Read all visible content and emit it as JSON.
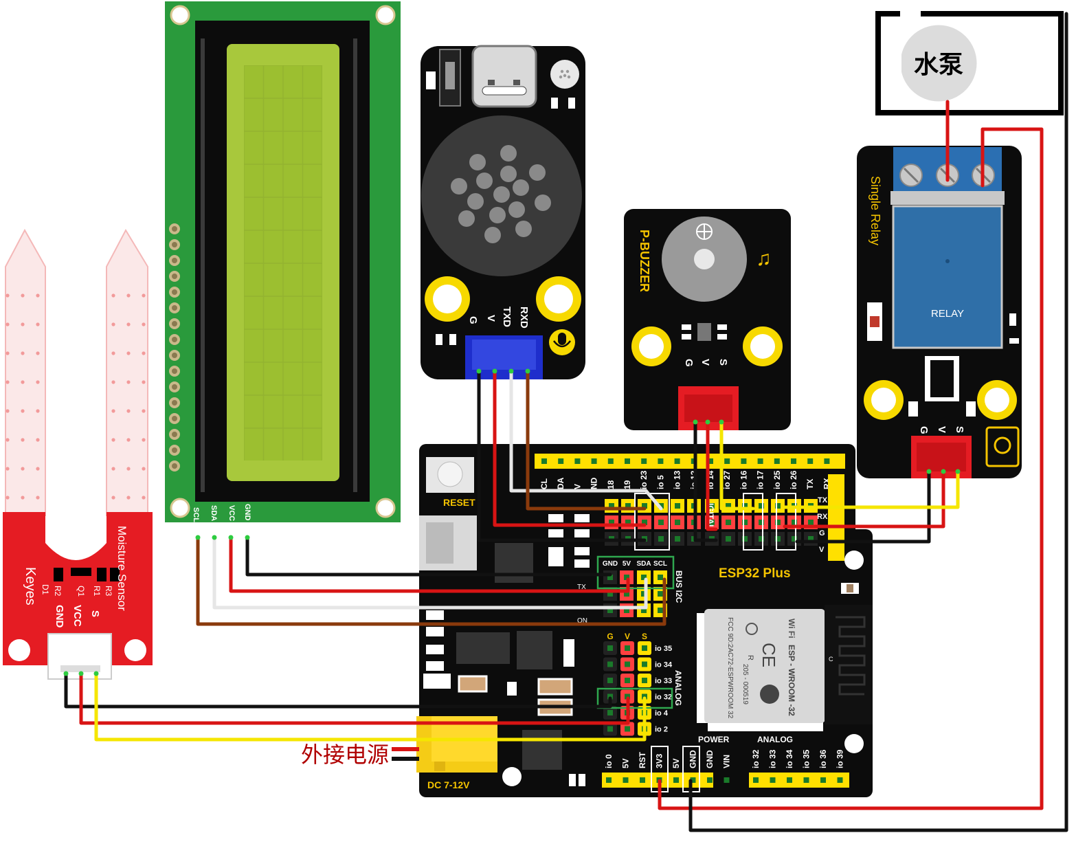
{
  "colors": {
    "wire_black": "#111111",
    "wire_red": "#d81414",
    "wire_yellow": "#f5e600",
    "wire_white": "#e6e6e6",
    "wire_brown": "#8a3a0c",
    "wire_green_tip": "#2ecc40",
    "board_black": "#0c0c0c",
    "module_red": "#e51c23",
    "lcd_green": "#2a9a3c",
    "lcd_screen": "#a8c83c",
    "relay_blue": "#2f6fa8",
    "header_yellow": "#ffe000",
    "header_red": "#ff4040",
    "pad_yellow": "#f7d900",
    "label_yellow": "#f5c400",
    "power_label_red": "#b00000",
    "i2c_box_green": "#2fa84f"
  },
  "icons": {
    "speaker": "speaker-grille-icon",
    "mic": "microphone-icon",
    "music": "music-note-icon",
    "wifi": "wifi-icon",
    "ce": "ce-mark-icon",
    "fcc": "fcc-mark-icon",
    "pump": "water-pump-icon",
    "antenna": "pcb-antenna-icon"
  },
  "lcd": {
    "pins": [
      "SCL",
      "SDA",
      "VCC",
      "GND"
    ]
  },
  "voice_module": {
    "pins": [
      "G",
      "V",
      "TXD",
      "RXD"
    ]
  },
  "buzzer": {
    "title": "P-BUZZER",
    "pins": [
      "G",
      "V",
      "S"
    ]
  },
  "relay": {
    "title": "Single Relay",
    "chip_label": "RELAY",
    "pins": [
      "G",
      "V",
      "S"
    ]
  },
  "pump": {
    "label": "水泵"
  },
  "moisture": {
    "title": "Moisture Sensor",
    "brand": "Keyes",
    "pins": [
      "GND",
      "VCC",
      "S"
    ],
    "parts": [
      "D1",
      "R2",
      "Q1",
      "R1",
      "R3"
    ]
  },
  "esp32": {
    "title": "ESP32 Plus",
    "reset_label": "RESET",
    "top_header": [
      "CL",
      "DA",
      "V",
      "ND",
      "18",
      "19",
      "io 23",
      "io 5",
      "io 13",
      "io 12",
      "io 14",
      "io 27",
      "io 16",
      "io 17",
      "io 25",
      "io 26",
      "TX",
      "RX"
    ],
    "digital_label": "IGITAL",
    "side_labels": [
      "TX",
      "RX",
      "G",
      "V"
    ],
    "i2c_labels": [
      "GND",
      "5V",
      "SDA",
      "SCL"
    ],
    "i2c_title": "BUS I2C",
    "tx_mark": "TX",
    "on_mark": "ON",
    "analog_col_headers": [
      "G",
      "V",
      "S"
    ],
    "analog_pins": [
      "io 35",
      "io 34",
      "io 33",
      "io 32",
      "io 4",
      "io 2"
    ],
    "analog_title": "ANALOG",
    "power_title": "POWER",
    "analog_bottom_title": "ANALOG",
    "power_pins": [
      "io 0",
      "5V",
      "RST",
      "3V3",
      "5V",
      "GND",
      "GND",
      "VIN"
    ],
    "analog_bottom_pins": [
      "io 32",
      "io 33",
      "io 34",
      "io 35",
      "io 36",
      "io 39"
    ],
    "dc_label": "DC 7-12V",
    "module_name": "ESP - WROOM -32",
    "fcc_id": "FCC 9D:2AC72-ESPWROOM 32",
    "cert_no": "205 - 000519",
    "wifi_text": "Wi Fi",
    "ce_text": "CE",
    "r_text": "R",
    "c_text": "C"
  },
  "power_source": {
    "label": "外接电源"
  }
}
